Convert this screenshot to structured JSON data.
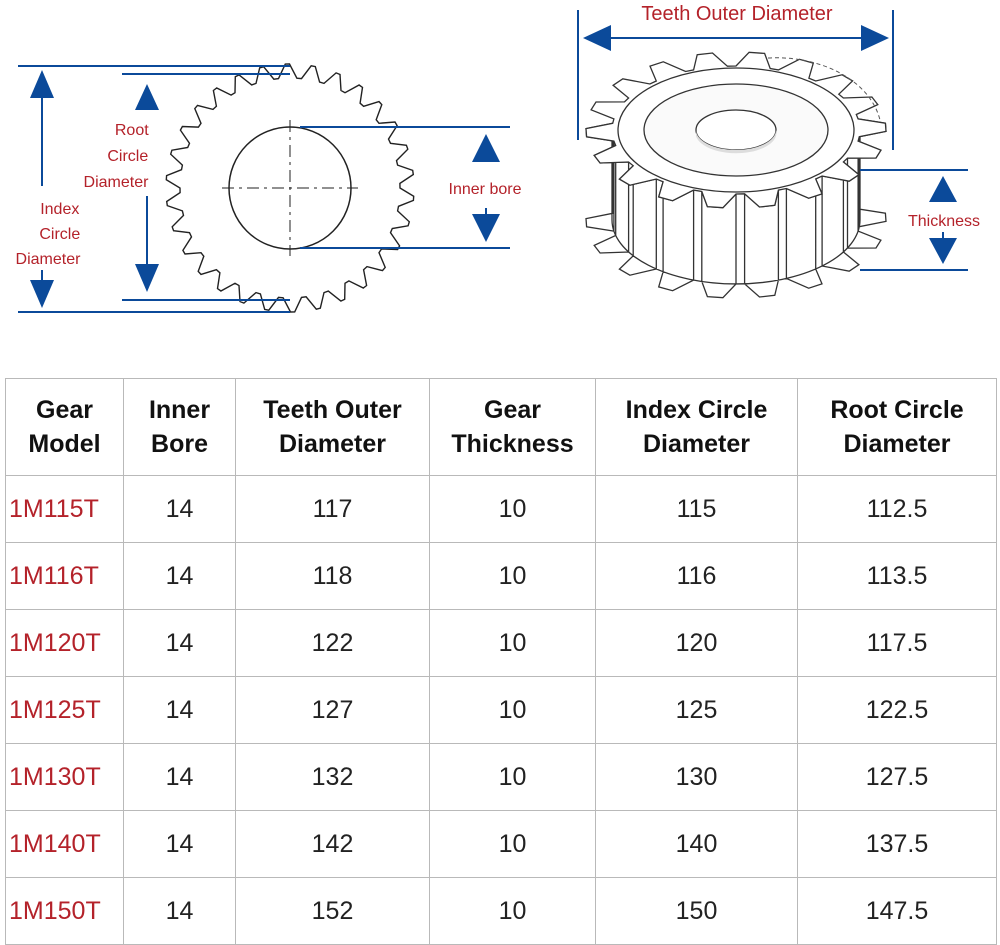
{
  "diagram": {
    "left_labels": {
      "root_circle_diameter": [
        "Root",
        "Circle",
        "Diameter"
      ],
      "index_circle_diameter": [
        "Index",
        "Circle",
        "Diameter"
      ],
      "inner_bore": "Inner bore"
    },
    "right_labels": {
      "teeth_outer_diameter": "Teeth Outer Diameter",
      "thickness": "Thickness"
    },
    "colors": {
      "arrow": "#0b4a9a",
      "label": "#b4222a",
      "line": "#222222"
    }
  },
  "table": {
    "columns": [
      "Gear\nModel",
      "Inner\nBore",
      "Teeth Outer\nDiameter",
      "Gear\nThickness",
      "Index Circle\nDiameter",
      "Root Circle\nDiameter"
    ],
    "rows": [
      [
        "1M115T",
        "14",
        "117",
        "10",
        "115",
        "112.5"
      ],
      [
        "1M116T",
        "14",
        "118",
        "10",
        "116",
        "113.5"
      ],
      [
        "1M120T",
        "14",
        "122",
        "10",
        "120",
        "117.5"
      ],
      [
        "1M125T",
        "14",
        "127",
        "10",
        "125",
        "122.5"
      ],
      [
        "1M130T",
        "14",
        "132",
        "10",
        "130",
        "127.5"
      ],
      [
        "1M140T",
        "14",
        "142",
        "10",
        "140",
        "137.5"
      ],
      [
        "1M150T",
        "14",
        "152",
        "10",
        "150",
        "147.5"
      ]
    ]
  }
}
